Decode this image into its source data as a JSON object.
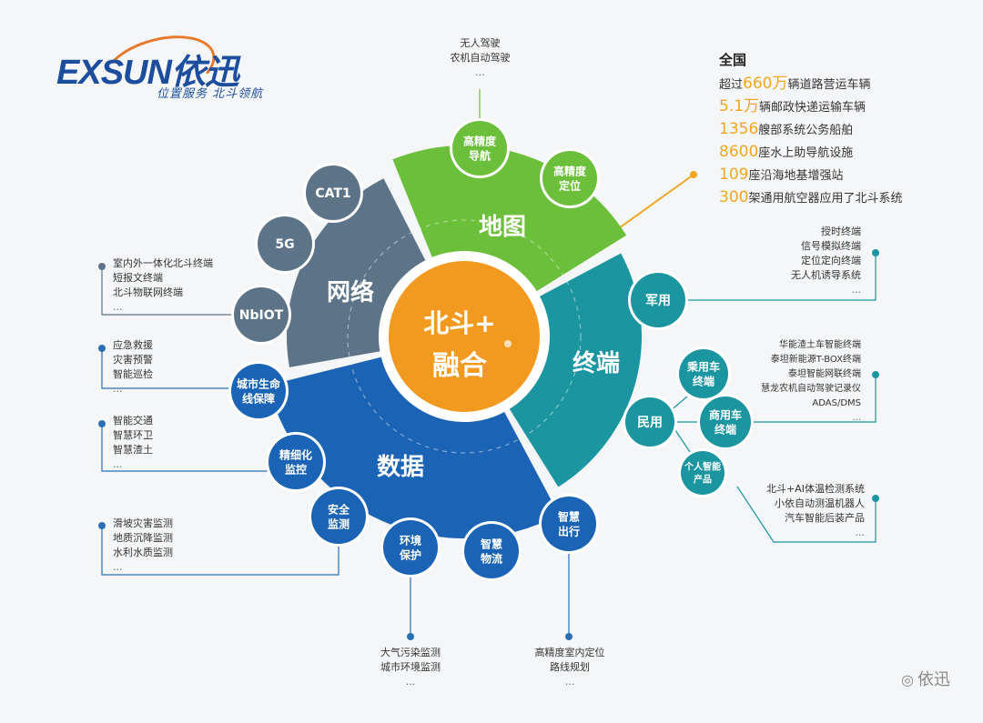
{
  "logo": {
    "main": "EXSUN依迅",
    "tagline": "位置服务 北斗领航"
  },
  "center": {
    "line1": "北斗+",
    "line2": "融合"
  },
  "segments": {
    "map": "地图",
    "network": "网络",
    "terminal": "终端",
    "data": "数据"
  },
  "nodes": {
    "hd_nav": [
      "高精度",
      "导航"
    ],
    "hd_pos": [
      "高精度",
      "定位"
    ],
    "cat1": "CAT1",
    "5g": "5G",
    "nbiot": "NbIOT",
    "military": "军用",
    "civil": "民用",
    "passenger": [
      "乘用车",
      "终端"
    ],
    "commercial": [
      "商用车",
      "终端"
    ],
    "personal": [
      "个人智能",
      "产品"
    ],
    "city": [
      "城市生命",
      "线保障"
    ],
    "fine": [
      "精细化",
      "监控"
    ],
    "safety": [
      "安全",
      "监测"
    ],
    "env": [
      "环境",
      "保护"
    ],
    "logistics": [
      "智慧",
      "物流"
    ],
    "travel": [
      "智慧",
      "出行"
    ]
  },
  "annotations": {
    "top": [
      "无人驾驶",
      "农机自动驾驶",
      "..."
    ],
    "network": [
      "室内外一体化北斗终端",
      "短报文终端",
      "北斗物联网终端",
      "..."
    ],
    "city": [
      "应急救援",
      "灾害预警",
      "智能巡检",
      "..."
    ],
    "fine": [
      "智能交通",
      "智慧环卫",
      "智慧渣土",
      "..."
    ],
    "safety": [
      "滑坡灾害监测",
      "地质沉降监测",
      "水利水质监测",
      "..."
    ],
    "env": [
      "大气污染监测",
      "城市环境监测",
      "..."
    ],
    "travel": [
      "高精度室内定位",
      "路线规划",
      "..."
    ],
    "military": [
      "授时终端",
      "信号模拟终端",
      "定位定向终端",
      "无人机诱导系统",
      "..."
    ],
    "civil": [
      "华能渣土车智能终端",
      "泰坦新能源T-BOX终端",
      "泰坦智能网联终端",
      "慧龙农机自动驾驶记录仪",
      "ADAS/DMS",
      "..."
    ],
    "personal": [
      "北斗+AI体温检测系统",
      "小依自动测温机器人",
      "汽车智能后装产品",
      "..."
    ]
  },
  "stats": {
    "title": "全国",
    "rows": [
      {
        "pre": "超过",
        "num": "660万",
        "post": "辆道路营运车辆"
      },
      {
        "pre": "",
        "num": "5.1万",
        "post": "辆邮政快递运输车辆"
      },
      {
        "pre": "",
        "num": "1356",
        "post": "艘部系统公务船舶"
      },
      {
        "pre": "",
        "num": "8600",
        "post": "座水上助导航设施"
      },
      {
        "pre": "",
        "num": "109",
        "post": "座沿海地基增强站"
      },
      {
        "pre": "",
        "num": "300",
        "post": "架通用航空器应用了北斗系统"
      }
    ]
  },
  "watermark": "依迅",
  "colors": {
    "map": "#6cbf3b",
    "network": "#5d7488",
    "terminal": "#1b96a0",
    "data": "#1a63b5",
    "center": "#f29a1f",
    "accent": "#f0a71f"
  }
}
